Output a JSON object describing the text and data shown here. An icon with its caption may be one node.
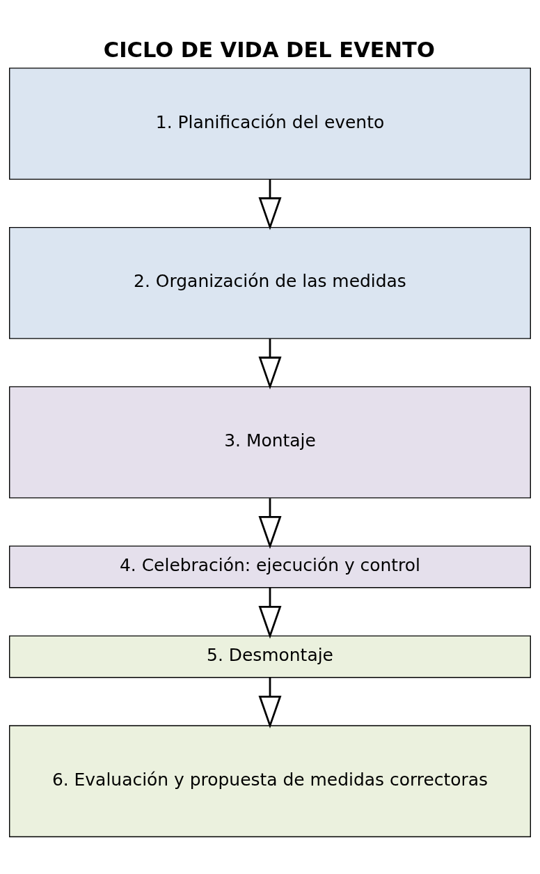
{
  "diagram": {
    "title": "CICLO DE VIDA DEL EVENTO",
    "nodes": [
      {
        "text": [
          "1. Planificación del evento"
        ]
      },
      {
        "text": [
          "2. Organización de las medidas"
        ]
      },
      {
        "text": [
          "3. Montaje"
        ]
      },
      {
        "text": [
          "4. Celebración: ejecución y control"
        ]
      },
      {
        "text": [
          "5. Desmontaje"
        ]
      },
      {
        "text": [
          "6. Evaluación y propuesta de medidas correctoras"
        ]
      }
    ],
    "edges": [
      {
        "from": 0,
        "to": 1,
        "arrow": "to"
      },
      {
        "from": 1,
        "to": 2,
        "arrow": "to"
      },
      {
        "from": 2,
        "to": 3,
        "arrow": "to"
      },
      {
        "from": 3,
        "to": 4,
        "arrow": "to"
      },
      {
        "from": 4,
        "to": 5,
        "arrow": "to"
      }
    ]
  }
}
